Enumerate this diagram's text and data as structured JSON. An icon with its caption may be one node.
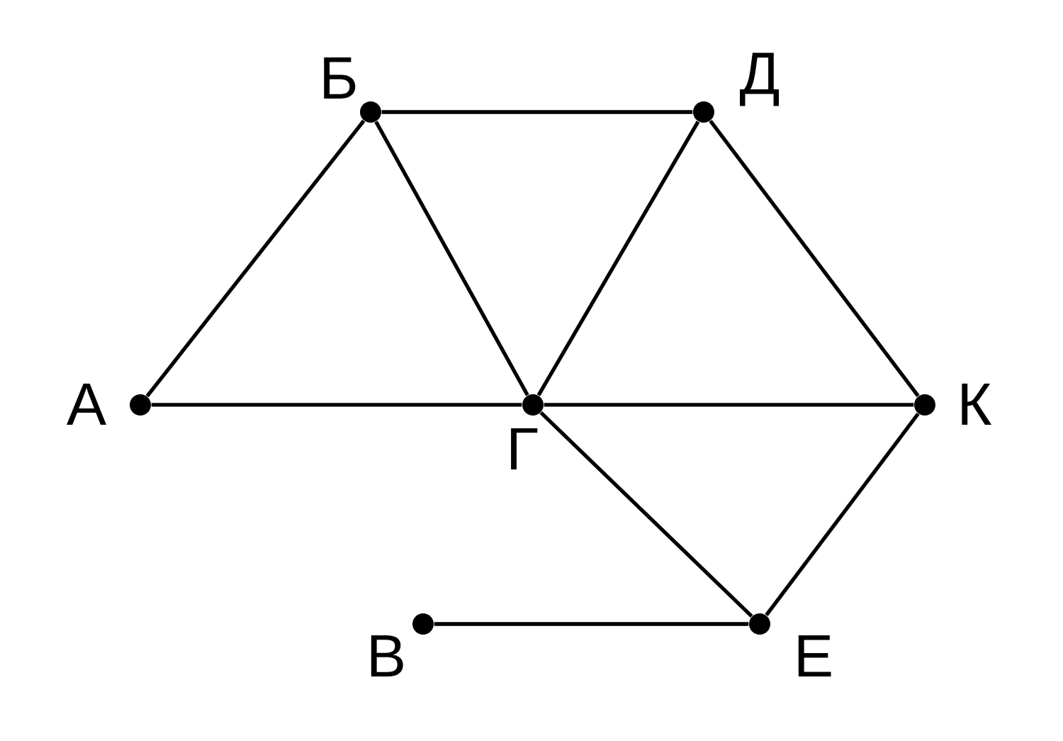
{
  "diagram": {
    "nodes": [
      {
        "text": [
          "Б"
        ]
      },
      {
        "text": [
          "Д"
        ]
      },
      {
        "text": [
          "А"
        ]
      },
      {
        "text": [
          "Г"
        ]
      },
      {
        "text": [
          "К"
        ]
      },
      {
        "text": [
          "В"
        ]
      },
      {
        "text": [
          "Е"
        ]
      }
    ],
    "edges": [
      {
        "from": 0,
        "to": 1,
        "arrow": "none"
      },
      {
        "from": 0,
        "to": 2,
        "arrow": "none"
      },
      {
        "from": 0,
        "to": 3,
        "arrow": "none"
      },
      {
        "from": 1,
        "to": 3,
        "arrow": "none"
      },
      {
        "from": 1,
        "to": 4,
        "arrow": "none"
      },
      {
        "from": 2,
        "to": 3,
        "arrow": "none"
      },
      {
        "from": 3,
        "to": 4,
        "arrow": "none"
      },
      {
        "from": 3,
        "to": 6,
        "arrow": "none"
      },
      {
        "from": 4,
        "to": 6,
        "arrow": "none"
      },
      {
        "from": 5,
        "to": 6,
        "arrow": "none"
      }
    ]
  }
}
